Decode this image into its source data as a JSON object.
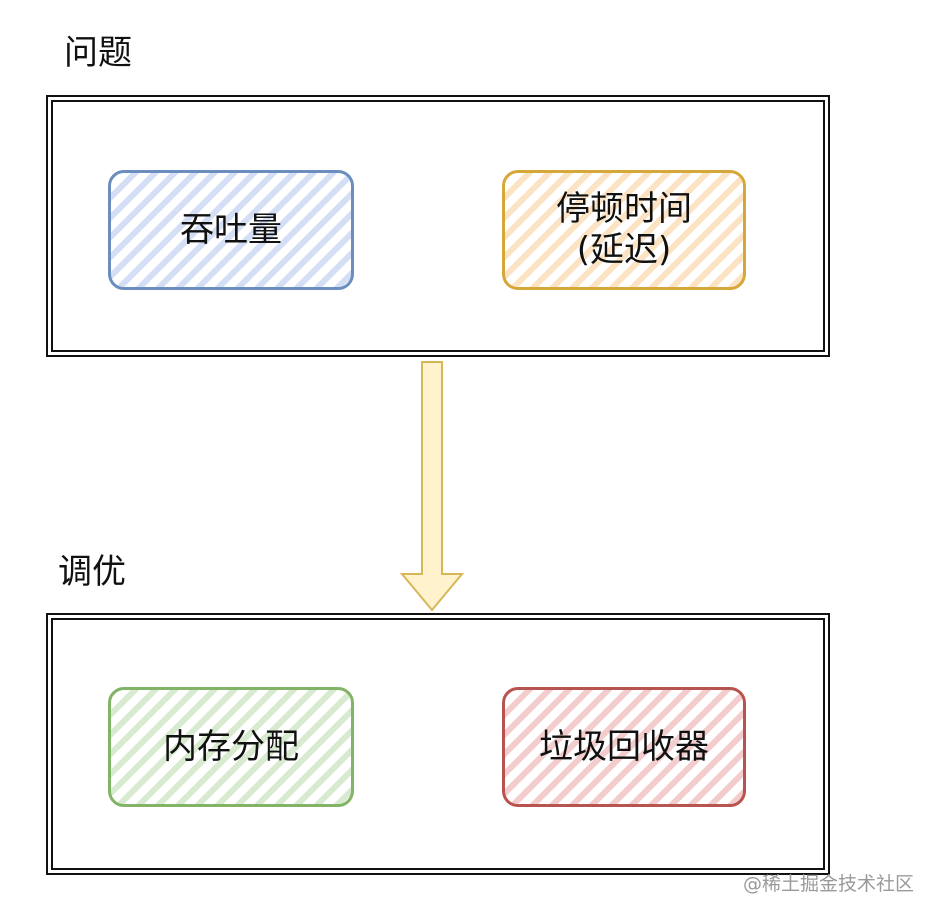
{
  "sections": {
    "problem": {
      "title": "问题",
      "items": [
        "吞吐量",
        "停顿时间\n(延迟)"
      ]
    },
    "tuning": {
      "title": "调优",
      "items": [
        "内存分配",
        "垃圾回收器"
      ]
    }
  },
  "watermark": "@稀土掘金技术社区",
  "colors": {
    "blue": "#6c8ebf",
    "orange": "#d6a739",
    "green": "#82b366",
    "red": "#b85450",
    "arrow_fill": "#fff2cc",
    "arrow_stroke": "#d6b656"
  }
}
